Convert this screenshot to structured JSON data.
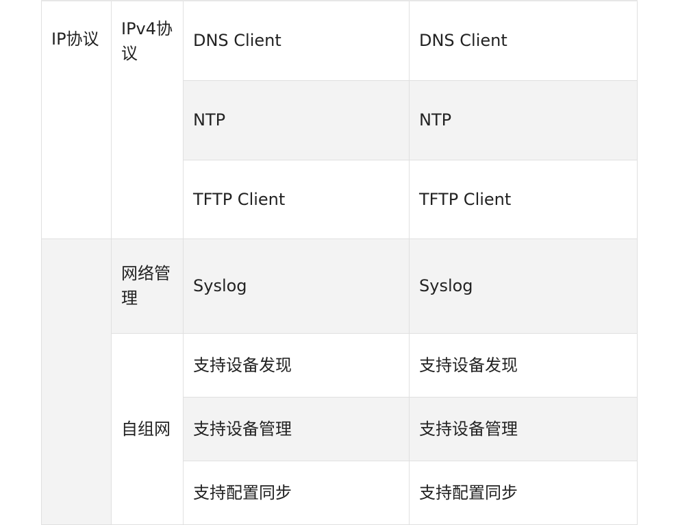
{
  "table": {
    "group1": {
      "category": "IP协议",
      "subcategory": "IPv4协议",
      "rows": [
        {
          "col1": "DNS Client",
          "col2": "DNS Client"
        },
        {
          "col1": "NTP",
          "col2": "NTP"
        },
        {
          "col1": "TFTP Client",
          "col2": "TFTP Client"
        }
      ]
    },
    "group2": {
      "category": "",
      "sub1": {
        "subcategory": "网络管理",
        "rows": [
          {
            "col1": "Syslog",
            "col2": "Syslog"
          }
        ]
      },
      "sub2": {
        "subcategory": "自组网",
        "rows": [
          {
            "col1": "支持设备发现",
            "col2": "支持设备发现"
          },
          {
            "col1": "支持设备管理",
            "col2": "支持设备管理"
          },
          {
            "col1": "支持配置同步",
            "col2": "支持配置同步"
          }
        ]
      }
    }
  }
}
